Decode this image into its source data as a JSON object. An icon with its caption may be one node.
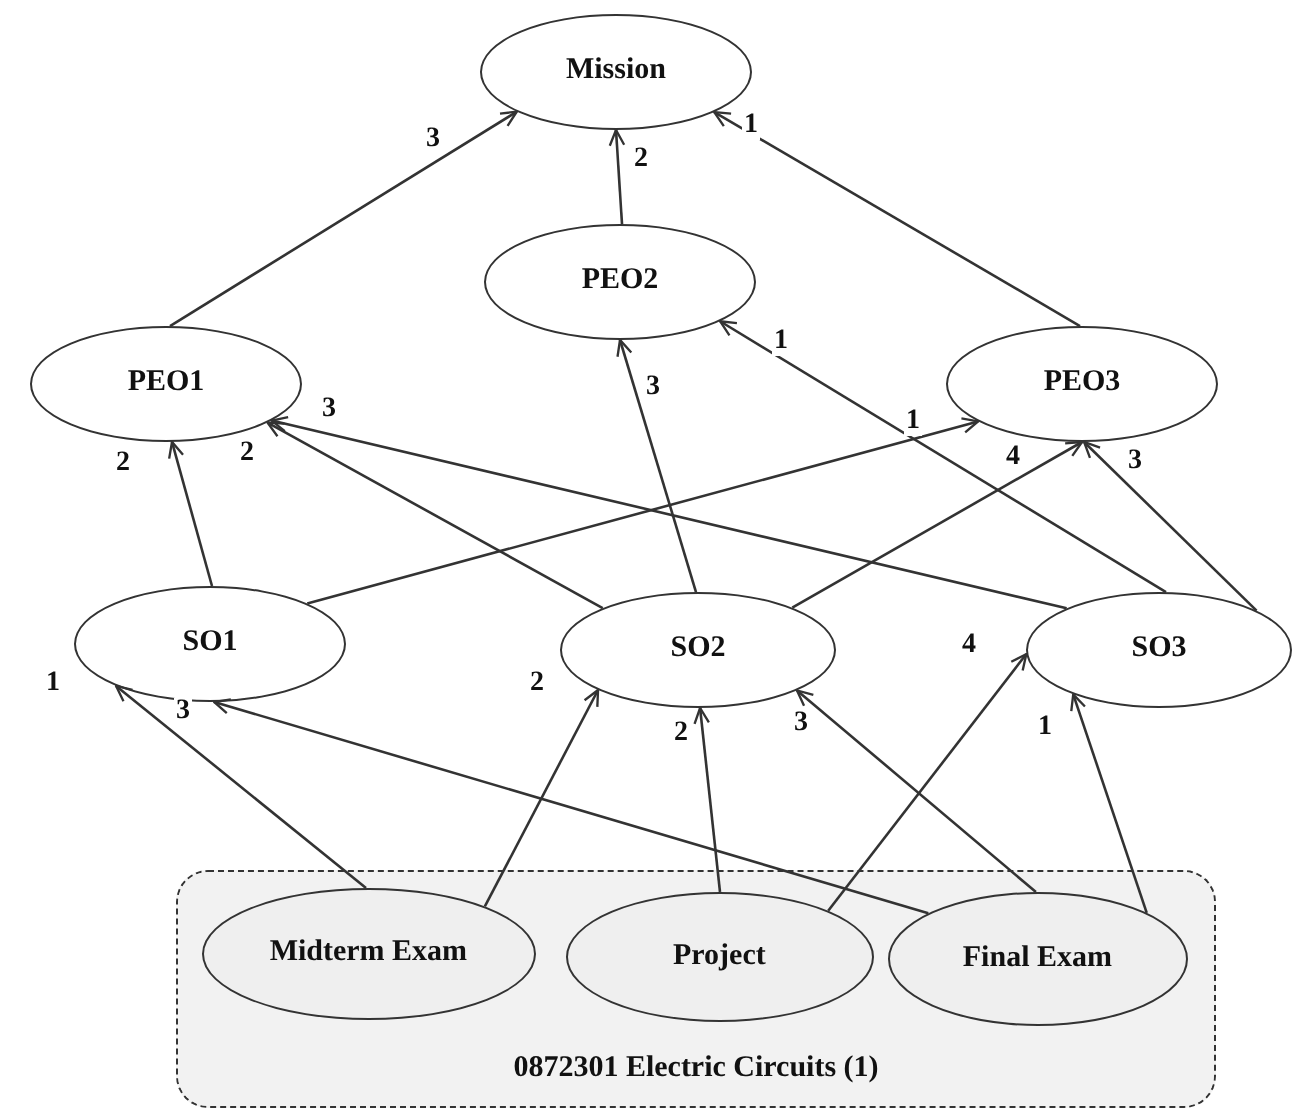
{
  "diagram": {
    "nodes": [
      {
        "text": [
          "Mission"
        ]
      },
      {
        "text": [
          "PEO2"
        ]
      },
      {
        "text": [
          "PEO1"
        ]
      },
      {
        "text": [
          "PEO3"
        ]
      },
      {
        "text": [
          "SO1"
        ]
      },
      {
        "text": [
          "SO2"
        ]
      },
      {
        "text": [
          "SO3"
        ]
      },
      {
        "text": [
          "0872301 Electric Circuits (1)"
        ]
      },
      {
        "text": [
          "Midterm Exam"
        ],
        "in": 7
      },
      {
        "text": [
          "Project"
        ],
        "in": 7
      },
      {
        "text": [
          "Final Exam"
        ],
        "in": 7
      }
    ],
    "edges": [
      {
        "from": 2,
        "to": 0,
        "arrow": "to",
        "label": "3"
      },
      {
        "from": 1,
        "to": 0,
        "arrow": "to",
        "label": "2"
      },
      {
        "from": 3,
        "to": 0,
        "arrow": "to",
        "label": "1"
      },
      {
        "from": 4,
        "to": 2,
        "arrow": "to",
        "label": "2"
      },
      {
        "from": 5,
        "to": 2,
        "arrow": "to",
        "label": "2"
      },
      {
        "from": 6,
        "to": 2,
        "arrow": "to",
        "label": "3"
      },
      {
        "from": 4,
        "to": 3,
        "arrow": "to",
        "label": "1"
      },
      {
        "from": 5,
        "to": 1,
        "arrow": "to",
        "label": "3"
      },
      {
        "from": 6,
        "to": 1,
        "arrow": "to",
        "label": "1"
      },
      {
        "from": 5,
        "to": 3,
        "arrow": "to",
        "label": "4"
      },
      {
        "from": 6,
        "to": 3,
        "arrow": "to",
        "label": "3"
      },
      {
        "from": 8,
        "to": 4,
        "arrow": "to",
        "label": "1"
      },
      {
        "from": 10,
        "to": 4,
        "arrow": "to",
        "label": "3"
      },
      {
        "from": 8,
        "to": 5,
        "arrow": "to",
        "label": "2"
      },
      {
        "from": 9,
        "to": 5,
        "arrow": "to",
        "label": "2"
      },
      {
        "from": 10,
        "to": 5,
        "arrow": "to",
        "label": "3"
      },
      {
        "from": 9,
        "to": 6,
        "arrow": "to",
        "label": "4"
      },
      {
        "from": 10,
        "to": 6,
        "arrow": "to",
        "label": "1"
      }
    ]
  }
}
